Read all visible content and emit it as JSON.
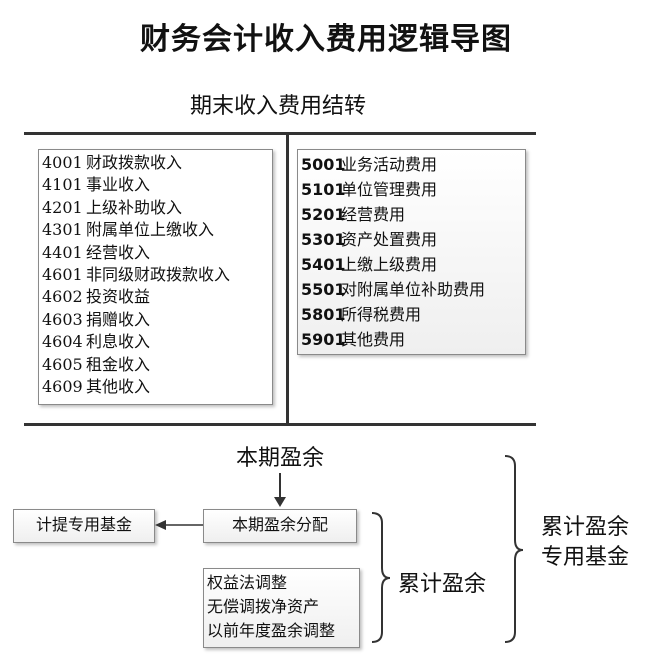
{
  "title": "财务会计收入费用逻辑导图",
  "section_title": "期末收入费用结转",
  "income_items": [
    {
      "code": "4001",
      "name": "财政拨款收入"
    },
    {
      "code": "4101",
      "name": "事业收入"
    },
    {
      "code": "4201",
      "name": "上级补助收入"
    },
    {
      "code": "4301",
      "name": "附属单位上缴收入"
    },
    {
      "code": "4401",
      "name": "经营收入"
    },
    {
      "code": "4601",
      "name": "非同级财政拨款收入"
    },
    {
      "code": "4602",
      "name": "投资收益"
    },
    {
      "code": "4603",
      "name": "捐赠收入"
    },
    {
      "code": "4604",
      "name": "利息收入"
    },
    {
      "code": "4605",
      "name": "租金收入"
    },
    {
      "code": "4609",
      "name": "其他收入"
    }
  ],
  "expense_items": [
    {
      "code": "5001",
      "name": "业务活动费用"
    },
    {
      "code": "5101",
      "name": "单位管理费用"
    },
    {
      "code": "5201",
      "name": "经营费用"
    },
    {
      "code": "5301",
      "name": "资产处置费用"
    },
    {
      "code": "5401",
      "name": "上缴上级费用"
    },
    {
      "code": "5501",
      "name": "对附属单位补助费用"
    },
    {
      "code": "5801",
      "name": "所得税费用"
    },
    {
      "code": "5901",
      "name": "其他费用"
    }
  ],
  "current_surplus": "本期盈余",
  "surplus_distribution": "本期盈余分配",
  "special_fund_provision": "计提专用基金",
  "adjustments": [
    "权益法调整",
    "无偿调拨净资产",
    "以前年度盈余调整"
  ],
  "accumulated_surplus": "累计盈余",
  "outer_group": [
    "累计盈余",
    "专用基金"
  ]
}
